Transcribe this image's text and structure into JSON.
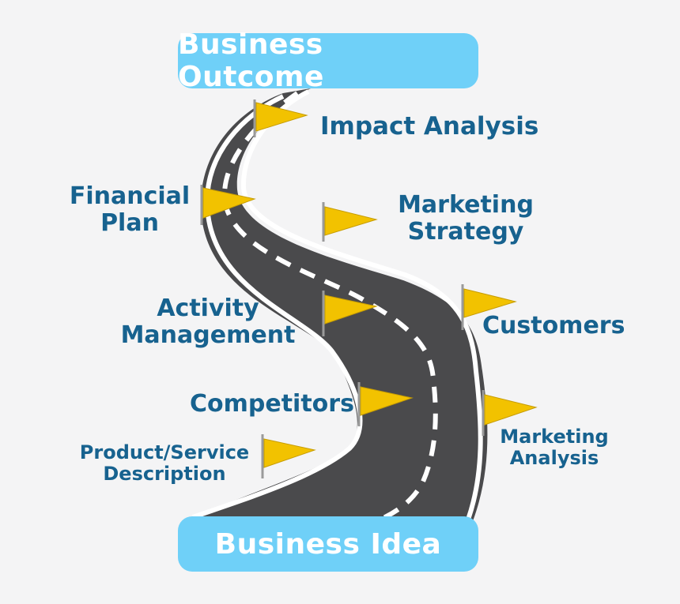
{
  "title_top": "Business Outcome",
  "title_bottom": "Business Idea",
  "labels": {
    "impact_analysis": "Impact Analysis",
    "financial_plan": [
      "Financial",
      "Plan"
    ],
    "marketing_strategy": [
      "Marketing",
      "Strategy"
    ],
    "activity_management": [
      "Activity",
      "Management"
    ],
    "customers": "Customers",
    "competitors": "Competitors",
    "marketing_analysis": [
      "Marketing",
      "Analysis"
    ],
    "product_service_description": [
      "Product/Service",
      "Description"
    ]
  },
  "colors": {
    "pill": "#6fd0f8",
    "label_text": "#17628f",
    "road": "#4a4a4c",
    "flag": "#f2c200"
  },
  "icons": [
    "road-icon",
    "flag-icon"
  ]
}
